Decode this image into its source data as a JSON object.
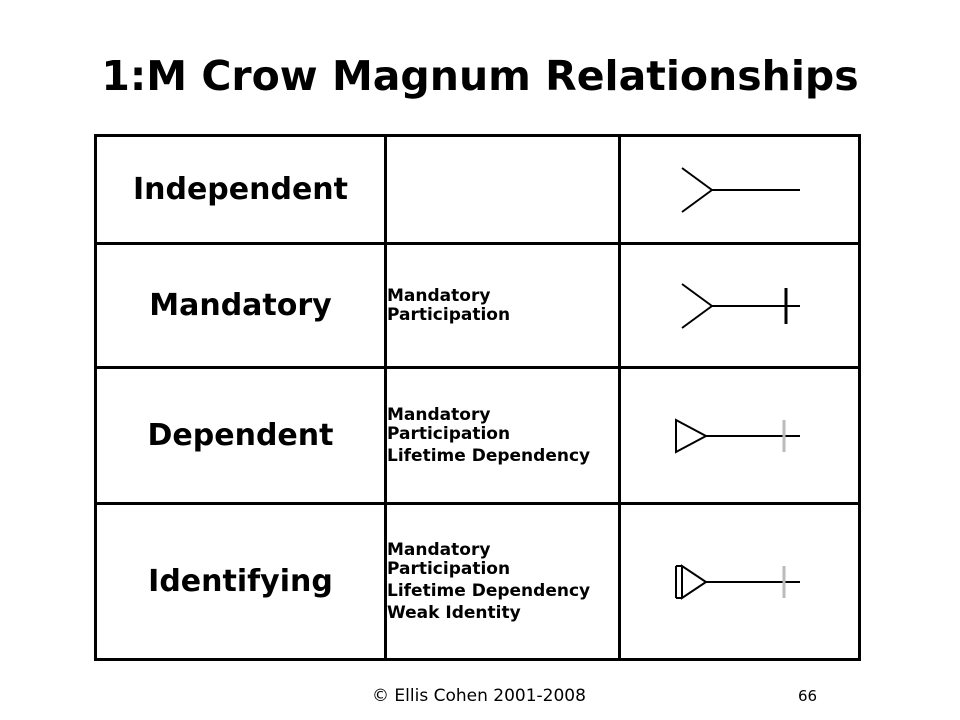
{
  "slide": {
    "title": "1:M Crow Magnum Relationships",
    "footer": "© Ellis Cohen 2001-2008",
    "page_number": "66"
  },
  "rows": [
    {
      "label": "Independent",
      "notes": []
    },
    {
      "label": "Mandatory",
      "notes": [
        "Mandatory Participation"
      ]
    },
    {
      "label": "Dependent",
      "notes": [
        "Mandatory Participation",
        "Lifetime Dependency"
      ]
    },
    {
      "label": "Identifying",
      "notes": [
        "Mandatory Participation",
        "Lifetime Dependency",
        "Weak Identity"
      ]
    }
  ],
  "symbols": [
    "crows-foot-symbol",
    "crows-foot-with-bar-symbol",
    "triangle-with-faint-bar-symbol",
    "double-triangle-with-faint-bar-symbol"
  ],
  "colors": {
    "line": "#000000",
    "faint_bar": "#bbbbbb"
  }
}
